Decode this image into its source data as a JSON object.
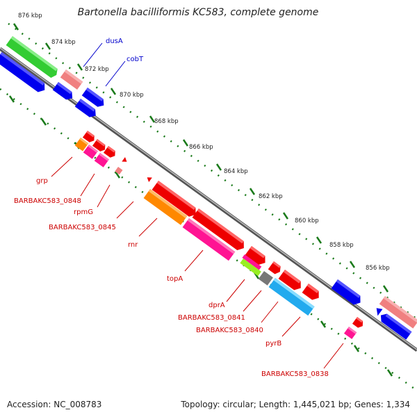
{
  "title": "Bartonella bacilliformis KC583, complete genome",
  "footer": {
    "accession": "Accession: NC_008783",
    "topology": "Topology: circular; Length: 1,445,021 bp; Genes: 1,334"
  },
  "scale_labels": [
    "876 kbp",
    "874 kbp",
    "872 kbp",
    "870 kbp",
    "868 kbp",
    "866 kbp",
    "864 kbp",
    "862 kbp",
    "860 kbp",
    "858 kbp",
    "856 kbp"
  ],
  "colors": {
    "backbone": "#808080",
    "tick": "#1a7a1a",
    "label_blue": "#0000cc",
    "label_red": "#cc0000"
  },
  "genes": [
    {
      "label": "dusA",
      "label_color": "#0000cc"
    },
    {
      "label": "cobT",
      "label_color": "#0000cc"
    },
    {
      "label": "grp",
      "label_color": "#cc0000"
    },
    {
      "label": "BARBAKC583_0848",
      "label_color": "#cc0000"
    },
    {
      "label": "rpmG",
      "label_color": "#cc0000"
    },
    {
      "label": "BARBAKC583_0845",
      "label_color": "#cc0000"
    },
    {
      "label": "rnr",
      "label_color": "#cc0000"
    },
    {
      "label": "topA",
      "label_color": "#cc0000"
    },
    {
      "label": "dprA",
      "label_color": "#cc0000"
    },
    {
      "label": "BARBAKC583_0841",
      "label_color": "#cc0000"
    },
    {
      "label": "BARBAKC583_0840",
      "label_color": "#cc0000"
    },
    {
      "label": "pyrB",
      "label_color": "#cc0000"
    },
    {
      "label": "BARBAKC583_0838",
      "label_color": "#cc0000"
    }
  ],
  "feature_colors": {
    "green": "#33cc33",
    "blue": "#0000ee",
    "pink_light": "#f08080",
    "red": "#ee0000",
    "orange": "#ff8800",
    "magenta": "#ff1493",
    "lime": "#99ee22",
    "grey": "#777777",
    "cyan": "#22aaee"
  }
}
